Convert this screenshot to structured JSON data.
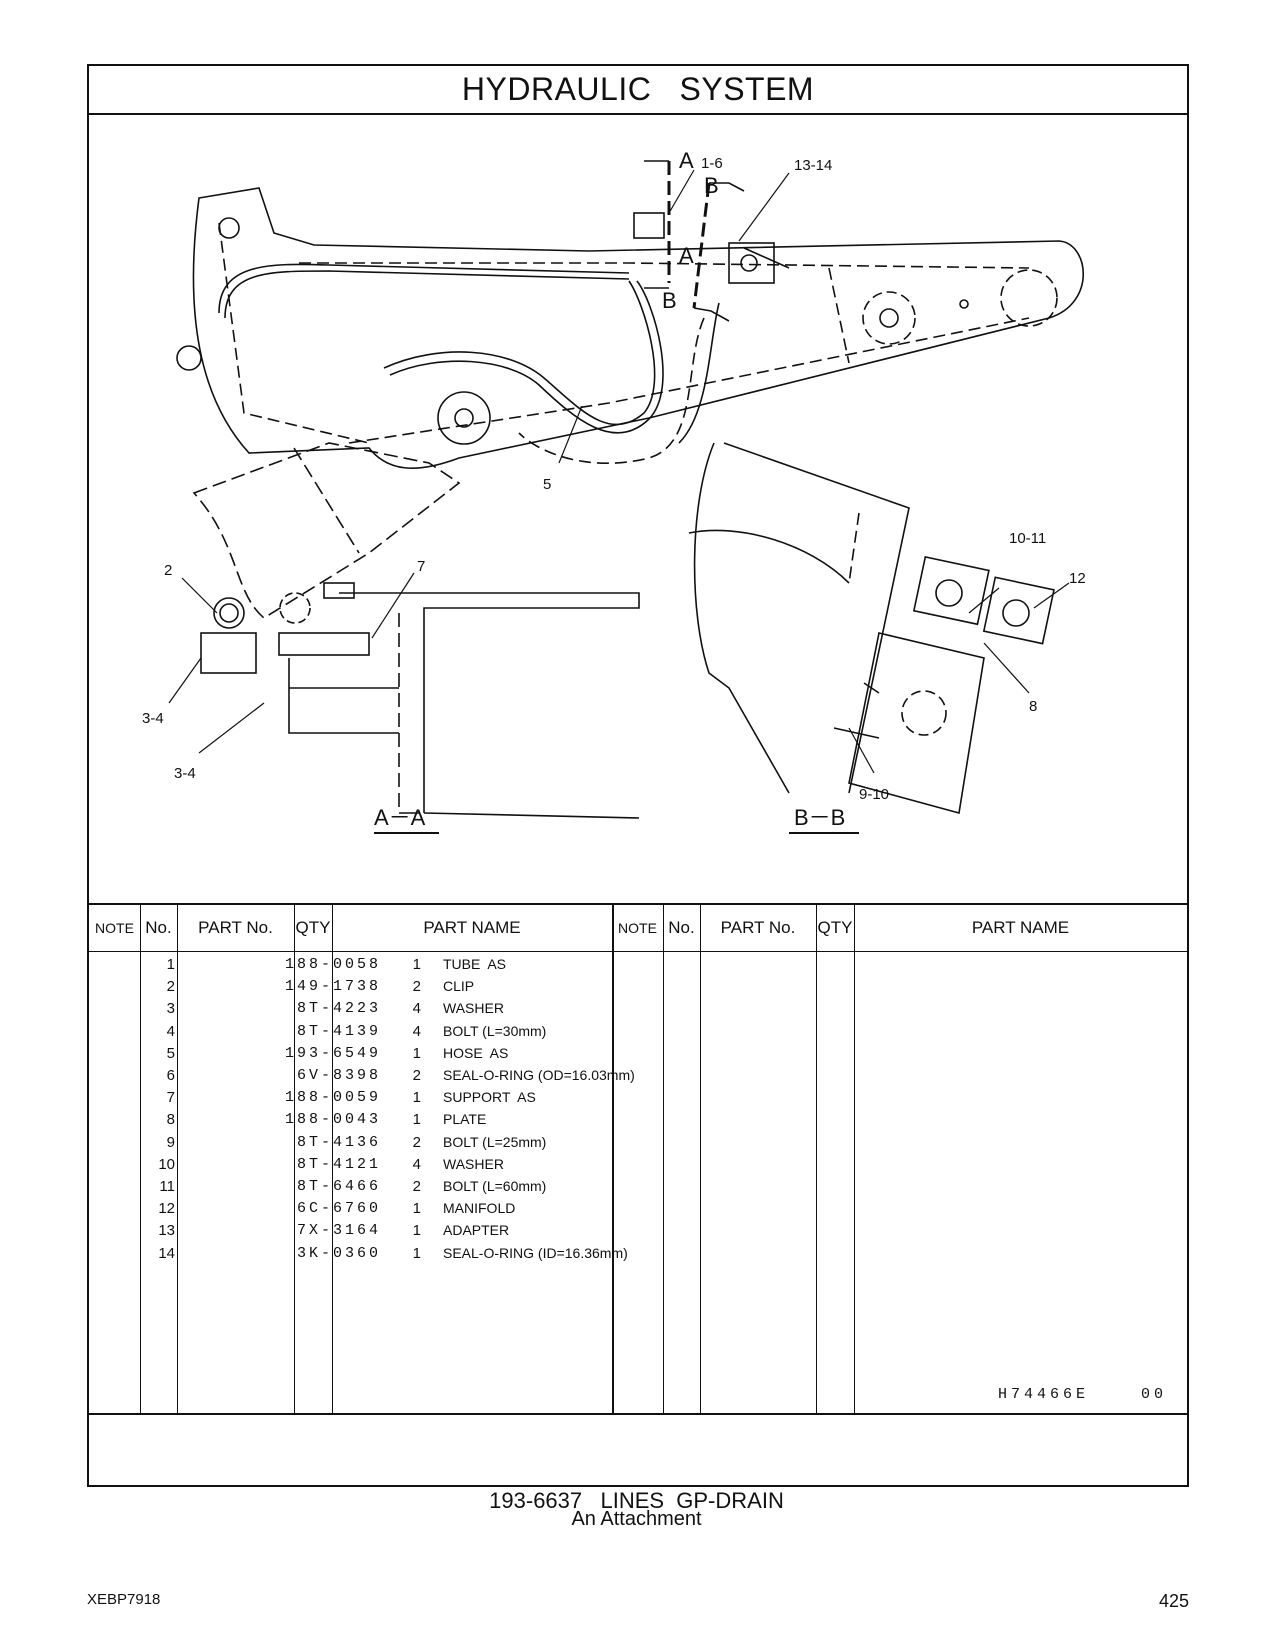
{
  "title": "HYDRAULIC   SYSTEM",
  "drawing": {
    "callouts": [
      "1-6",
      "13-14",
      "5",
      "2",
      "7",
      "3-4",
      "3-4",
      "10-11",
      "12",
      "8",
      "9-10"
    ],
    "section_marks": [
      "A",
      "A",
      "B",
      "B"
    ],
    "section_titles": [
      "A－A",
      "B－B"
    ]
  },
  "table": {
    "headers": [
      "NOTE",
      "No.",
      "PART No.",
      "QTY",
      "PART NAME",
      "NOTE",
      "No.",
      "PART No.",
      "QTY",
      "PART NAME"
    ],
    "rows": [
      {
        "no": "1",
        "part_no": "188-0058",
        "qty": "1",
        "name": "TUBE  AS"
      },
      {
        "no": "2",
        "part_no": "149-1738",
        "qty": "2",
        "name": "CLIP"
      },
      {
        "no": "3",
        "part_no": "8T-4223",
        "qty": "4",
        "name": "WASHER"
      },
      {
        "no": "4",
        "part_no": "8T-4139",
        "qty": "4",
        "name": "BOLT (L=30mm)"
      },
      {
        "no": "5",
        "part_no": "193-6549",
        "qty": "1",
        "name": "HOSE  AS"
      },
      {
        "no": "6",
        "part_no": "6V-8398",
        "qty": "2",
        "name": "SEAL-O-RING (OD=16.03mm)"
      },
      {
        "no": "7",
        "part_no": "188-0059",
        "qty": "1",
        "name": "SUPPORT  AS"
      },
      {
        "no": "8",
        "part_no": "188-0043",
        "qty": "1",
        "name": "PLATE"
      },
      {
        "no": "9",
        "part_no": "8T-4136",
        "qty": "2",
        "name": "BOLT (L=25mm)"
      },
      {
        "no": "10",
        "part_no": "8T-4121",
        "qty": "4",
        "name": "WASHER"
      },
      {
        "no": "11",
        "part_no": "8T-6466",
        "qty": "2",
        "name": "BOLT (L=60mm)"
      },
      {
        "no": "12",
        "part_no": "6C-6760",
        "qty": "1",
        "name": "MANIFOLD"
      },
      {
        "no": "13",
        "part_no": "7X-3164",
        "qty": "1",
        "name": "ADAPTER"
      },
      {
        "no": "14",
        "part_no": "3K-0360",
        "qty": "1",
        "name": "SEAL-O-RING (ID=16.36mm)"
      }
    ]
  },
  "drawing_code": "H74466E    00",
  "caption": {
    "line1": "193-6637   LINES  GP-DRAIN",
    "line2": "An Attachment"
  },
  "footer": {
    "doc_id": "XEBP7918",
    "page_number": "425"
  }
}
